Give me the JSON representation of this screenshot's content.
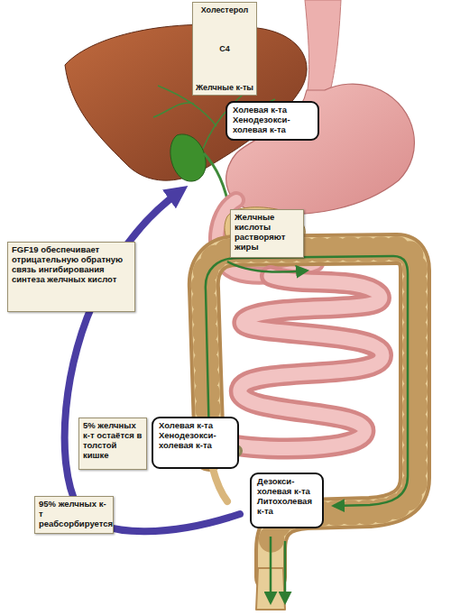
{
  "diagram": {
    "nodes": [
      {
        "text": [
          "Холестерол",
          "C4",
          "Желчные к-ты"
        ]
      },
      {
        "text": [
          "Холевая к-та",
          "Хенодезокси-холевая к-та"
        ]
      },
      {
        "text": [
          "Желчные кислоты растворяют жиры"
        ]
      },
      {
        "text": [
          "FGF19 обеспечивает отрицательную обратную связь ингибирования синтеза желчных кислот"
        ]
      },
      {
        "text": [
          "5% желчных к-т остаётся в толстой кишке"
        ]
      },
      {
        "text": [
          "Холевая к-та",
          "Хенодезокси-холевая к-та"
        ]
      },
      {
        "text": [
          "95% желчных к-т реабсорбируется"
        ]
      },
      {
        "text": [
          "Дезокси-холевая к-та",
          "Литохолевая к-та"
        ]
      }
    ]
  }
}
